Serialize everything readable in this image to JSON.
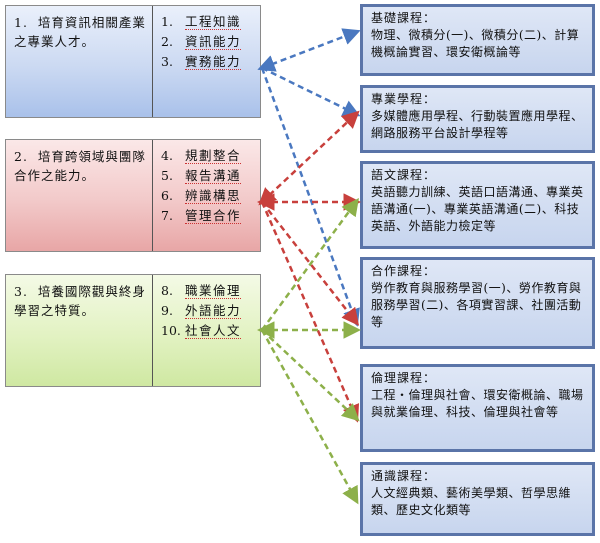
{
  "goals": [
    {
      "num": "1.",
      "text": "培育資訊相關產業之專業人才。",
      "abilities": [
        {
          "num": "1.",
          "label": "工程知識"
        },
        {
          "num": "2.",
          "label": "資訊能力"
        },
        {
          "num": "3.",
          "label": "實務能力"
        }
      ]
    },
    {
      "num": "2.",
      "text": "培育跨領域與團隊合作之能力。",
      "abilities": [
        {
          "num": "4.",
          "label": "規劃整合"
        },
        {
          "num": "5.",
          "label": "報告溝通"
        },
        {
          "num": "6.",
          "label": "辨識構思"
        },
        {
          "num": "7.",
          "label": "管理合作"
        }
      ]
    },
    {
      "num": "3.",
      "text": "培養國際觀與終身學習之特質。",
      "abilities": [
        {
          "num": "8.",
          "label": "職業倫理"
        },
        {
          "num": "9.",
          "label": "外語能力"
        },
        {
          "num": "10.",
          "label": "社會人文"
        }
      ]
    }
  ],
  "courses": [
    {
      "title": "基礎課程：",
      "body": "物理、微積分(一)、微積分(二)、計算機概論實習、環安衛概論等"
    },
    {
      "title": "專業學程：",
      "body": "多媒體應用學程、行動裝置應用學程、網路服務平台設計學程等"
    },
    {
      "title": "語文課程：",
      "body": "英語聽力訓練、英語口語溝通、專業英語溝通(一)、專業英語溝通(二)、科技英語、外語能力檢定等"
    },
    {
      "title": "合作課程：",
      "body": "勞作教育與服務學習(一)、勞作教育與服務學習(二)、各項實習課、社團活動等"
    },
    {
      "title": "倫理課程：",
      "body": "工程‧倫理與社會、環安衛概論、職場與就業倫理、科技、倫理與社會等"
    },
    {
      "title": "通識課程：",
      "body": "人文經典類、藝術美學類、哲學思維類、歷史文化類等"
    }
  ],
  "colors": {
    "blue_arrow": "#4a78c0",
    "red_arrow": "#c8403c",
    "green_arrow": "#8db04a",
    "course_border": "#5a74a8"
  }
}
